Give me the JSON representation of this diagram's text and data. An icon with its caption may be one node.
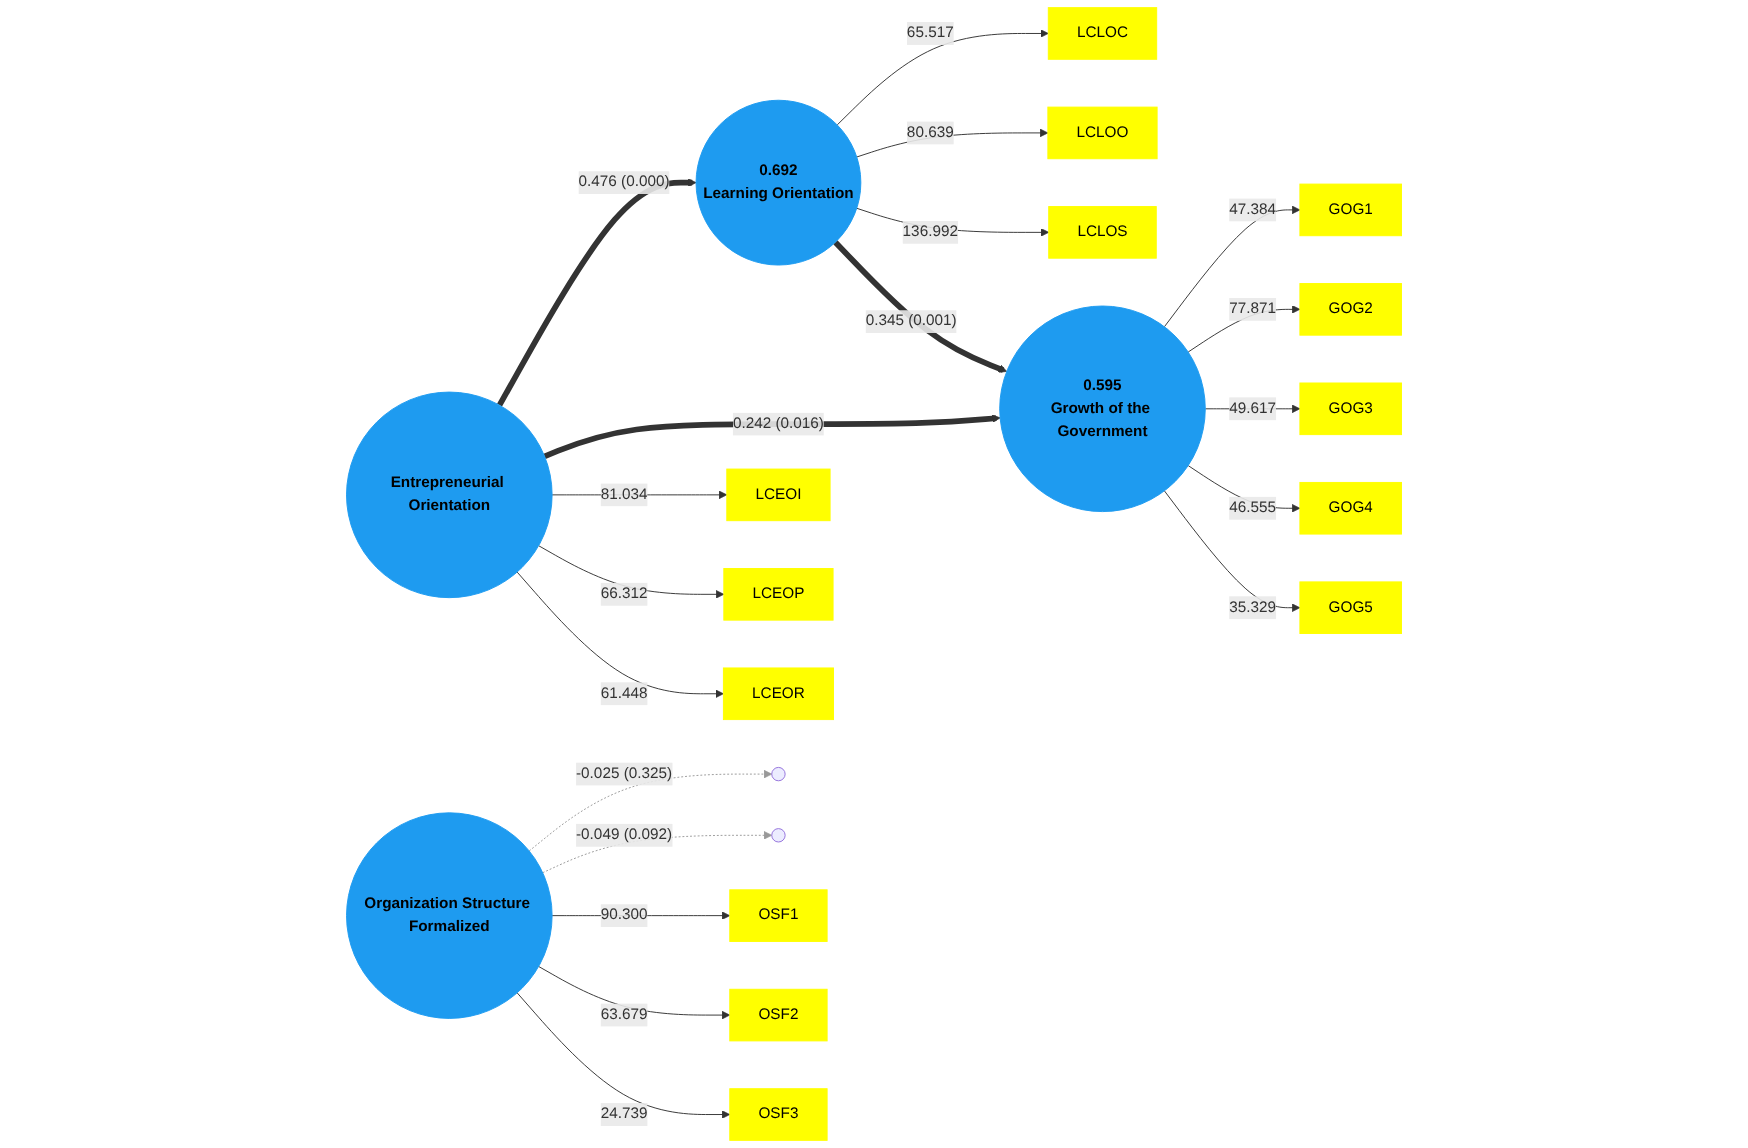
{
  "diagram": {
    "nodes": [
      {
        "text": [
          "LCLOC"
        ]
      },
      {
        "text": [
          "LCLOO"
        ]
      },
      {
        "text": [
          "LCLOS"
        ]
      },
      {
        "text": [
          "0.692",
          "Learning Orientation"
        ]
      },
      {
        "text": [],
        "shape": "circle"
      },
      {
        "text": [],
        "shape": "circle"
      },
      {
        "text": [
          "GOG1"
        ]
      },
      {
        "text": [
          "LCEOI"
        ]
      },
      {
        "text": [
          "Entrepreneurial Orientation"
        ]
      },
      {
        "text": [
          "LCEOP"
        ]
      },
      {
        "text": [
          "LCEOR"
        ]
      },
      {
        "text": [
          "0.595",
          "Growth of the Government"
        ]
      },
      {
        "text": [
          "GOG2"
        ]
      },
      {
        "text": [
          "GOG3"
        ]
      },
      {
        "text": [
          "GOG4"
        ]
      },
      {
        "text": [
          "GOG5"
        ]
      },
      {
        "text": [
          "Organization Structure Formalized"
        ]
      },
      {
        "text": [
          "OSF1"
        ]
      },
      {
        "text": [
          "OSF2"
        ]
      },
      {
        "text": [
          "OSF3"
        ]
      }
    ],
    "edges": [
      {
        "from": 3,
        "to": 0,
        "arrow": "to",
        "label": "65.517"
      },
      {
        "from": 3,
        "to": 1,
        "arrow": "to",
        "label": "80.639"
      },
      {
        "from": 3,
        "to": 2,
        "arrow": "to",
        "label": "136.992"
      },
      {
        "from": 8,
        "to": 3,
        "arrow": "to",
        "label": "0.476 (0.000)",
        "style": "thick"
      },
      {
        "from": 3,
        "to": 11,
        "arrow": "to",
        "label": "0.345 (0.001)",
        "style": "thick"
      },
      {
        "from": 8,
        "to": 11,
        "arrow": "to",
        "label": "0.242 (0.016)",
        "style": "thick"
      },
      {
        "from": 16,
        "to": 4,
        "arrow": "to",
        "label": "-0.025 (0.325)",
        "style": "dashed",
        "color": "#999999"
      },
      {
        "from": 16,
        "to": 5,
        "arrow": "to",
        "label": "-0.049 (0.092)",
        "style": "dashed",
        "color": "#999999"
      },
      {
        "from": 8,
        "to": 7,
        "arrow": "to",
        "label": "81.034"
      },
      {
        "from": 8,
        "to": 9,
        "arrow": "to",
        "label": "66.312"
      },
      {
        "from": 8,
        "to": 10,
        "arrow": "to",
        "label": "61.448"
      },
      {
        "from": 11,
        "to": 6,
        "arrow": "to",
        "label": "47.384"
      },
      {
        "from": 11,
        "to": 12,
        "arrow": "to",
        "label": "77.871"
      },
      {
        "from": 11,
        "to": 13,
        "arrow": "to",
        "label": "49.617"
      },
      {
        "from": 11,
        "to": 14,
        "arrow": "to",
        "label": "46.555"
      },
      {
        "from": 11,
        "to": 15,
        "arrow": "to",
        "label": "35.329"
      },
      {
        "from": 16,
        "to": 17,
        "arrow": "to",
        "label": "90.300"
      },
      {
        "from": 16,
        "to": 18,
        "arrow": "to",
        "label": "63.679"
      },
      {
        "from": 16,
        "to": 19,
        "arrow": "to",
        "label": "24.739"
      }
    ]
  }
}
